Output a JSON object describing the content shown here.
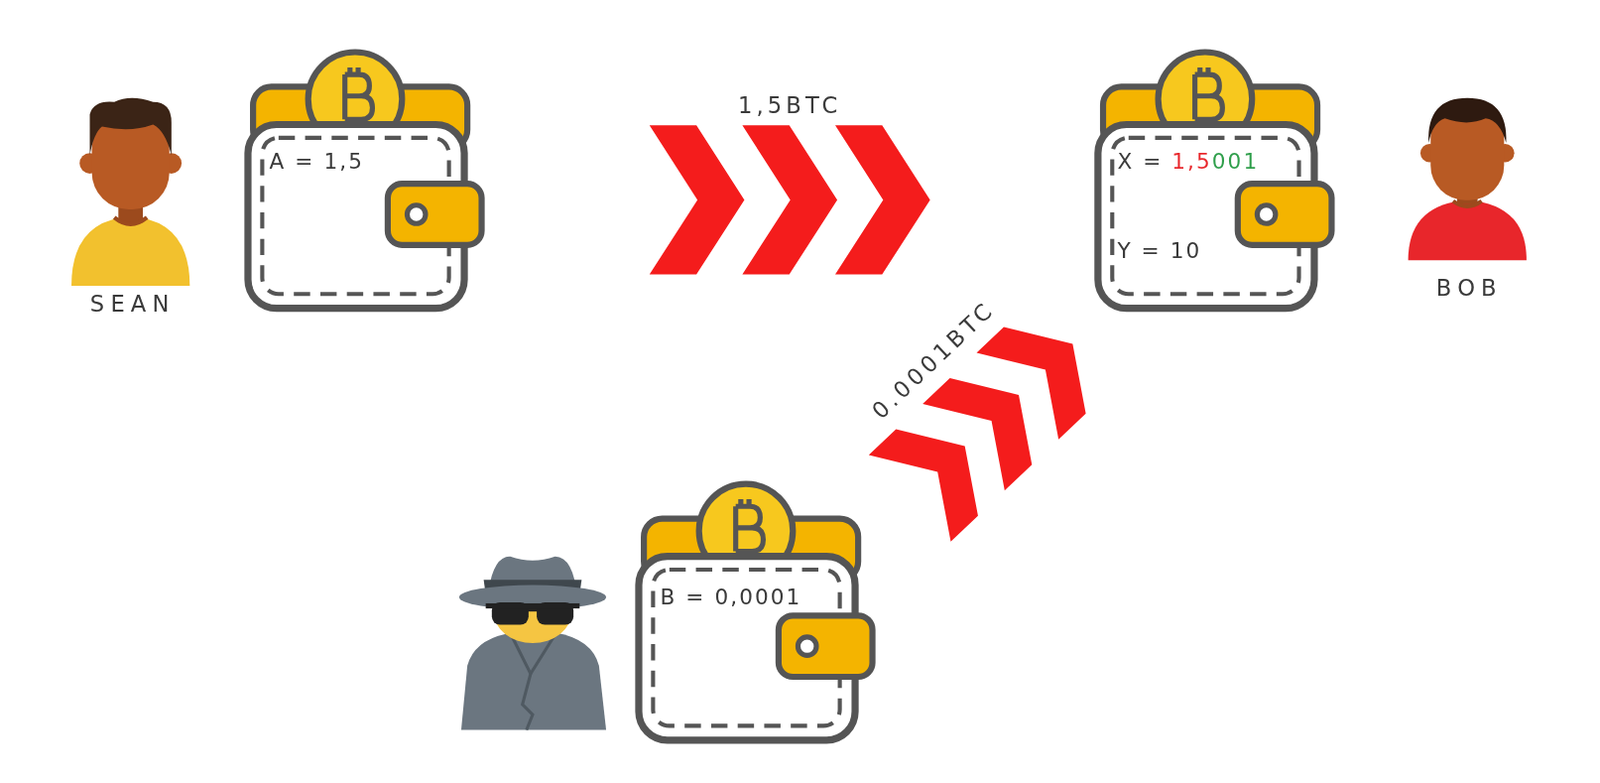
{
  "diagram": {
    "nodes": [
      {
        "text": [
          "A = 1,5"
        ]
      },
      {
        "text": [
          "X = 1,5001",
          "Y = 10"
        ]
      },
      {
        "text": [
          "B = 0,0001"
        ]
      }
    ],
    "edges": [
      {
        "from": 0,
        "to": 1,
        "arrow": "to",
        "label": "1,5BTC"
      },
      {
        "from": 2,
        "to": 1,
        "arrow": "to",
        "label": "0.0001BTC"
      }
    ],
    "labels": [
      "SEAN",
      "BOB"
    ]
  }
}
